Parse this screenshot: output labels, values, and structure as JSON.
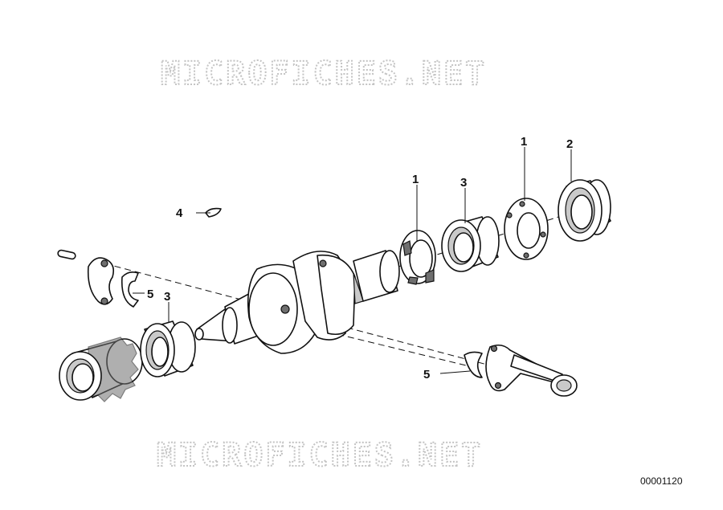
{
  "watermark": "MICROFICHES.NET",
  "document_id": "00001120",
  "callouts": [
    {
      "id": "c1a",
      "label": "1",
      "part": "thrust-bearing-shell"
    },
    {
      "id": "c1b",
      "label": "1",
      "part": "bearing-cover"
    },
    {
      "id": "c2",
      "label": "2",
      "part": "shaft-seal"
    },
    {
      "id": "c3a",
      "label": "3",
      "part": "main-bearing-rear"
    },
    {
      "id": "c3b",
      "label": "3",
      "part": "main-bearing-front"
    },
    {
      "id": "c4",
      "label": "4",
      "part": "woodruff-key"
    },
    {
      "id": "c5a",
      "label": "5",
      "part": "conrod-bearing-shell-upper"
    },
    {
      "id": "c5b",
      "label": "5",
      "part": "conrod-bearing-shell-lower"
    }
  ]
}
